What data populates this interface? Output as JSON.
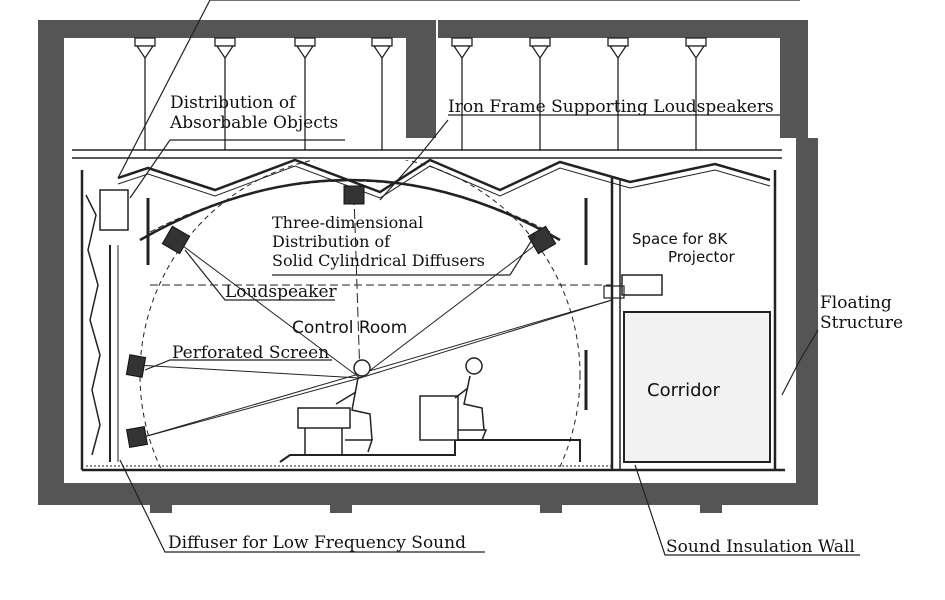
{
  "labels": {
    "absorbable": "Distribution of\nAbsorbable Objects",
    "iron_frame": "Iron Frame Supporting Loudspeakers",
    "diffusers": "Three-dimensional\nDistribution of\nSolid Cylindrical Diffusers",
    "projector_space": "Space for 8K\nProjector",
    "loudspeaker": "Loudspeaker",
    "control_room": "Control Room",
    "floating": "Floating\nStructure",
    "perforated_screen": "Perforated Screen",
    "corridor": "Corridor",
    "low_freq": "Diffuser for Low Frequency Sound",
    "insulation": "Sound Insulation Wall"
  },
  "colors": {
    "wall_fill": "#555555",
    "line": "#222222",
    "corridor_fill": "#f2f2f2"
  }
}
